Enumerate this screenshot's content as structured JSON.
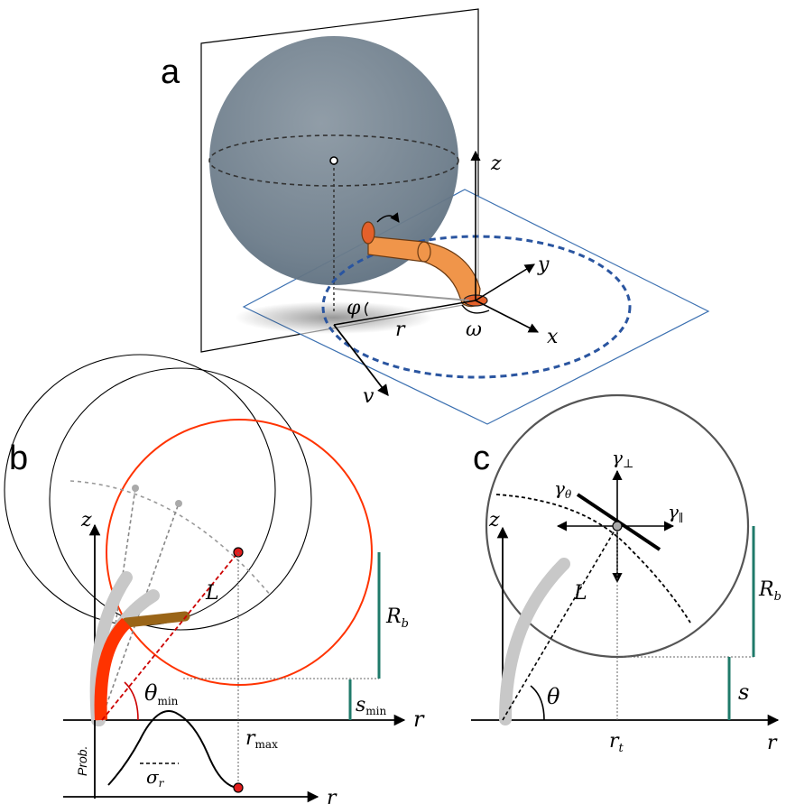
{
  "panels": {
    "a": {
      "label": "a",
      "axis_z": "z",
      "axis_y": "y",
      "axis_x": "x",
      "omega": "ω",
      "phi": "φ",
      "r": "r",
      "v": "v"
    },
    "b": {
      "label": "b",
      "axis_z": "z",
      "axis_r": "r",
      "L": "L",
      "R_b": "R",
      "R_b_sub": "b",
      "theta_min": "θ",
      "theta_min_sub": "min",
      "s_min": "s",
      "s_min_sub": "min",
      "r_max": "r",
      "r_max_sub": "max",
      "prob_label": "Prob.",
      "sigma": "σ",
      "sigma_sub": "r",
      "prob_axis_r": "r"
    },
    "c": {
      "label": "c",
      "axis_z": "z",
      "axis_r": "r",
      "L": "L",
      "R_b": "R",
      "R_b_sub": "b",
      "theta": "θ",
      "s": "s",
      "r_t": "r",
      "r_t_sub": "t",
      "gamma_perp": "γ",
      "gamma_perp_sub": "⊥",
      "gamma_theta": "γ",
      "gamma_theta_sub": "θ",
      "gamma_par": "γ",
      "gamma_par_sub": "∥"
    }
  },
  "colors": {
    "sphere": "#7f8c98",
    "plane_edge": "#3a6fb0",
    "dashed_circle": "#2a55a0",
    "rod_orange": "#f0954a",
    "rod_red": "#ff3300",
    "rod_brown": "#9a6518",
    "rod_gray": "#c8c8c8",
    "teal": "#1f7a6a",
    "red_circle": "#ff3300"
  }
}
